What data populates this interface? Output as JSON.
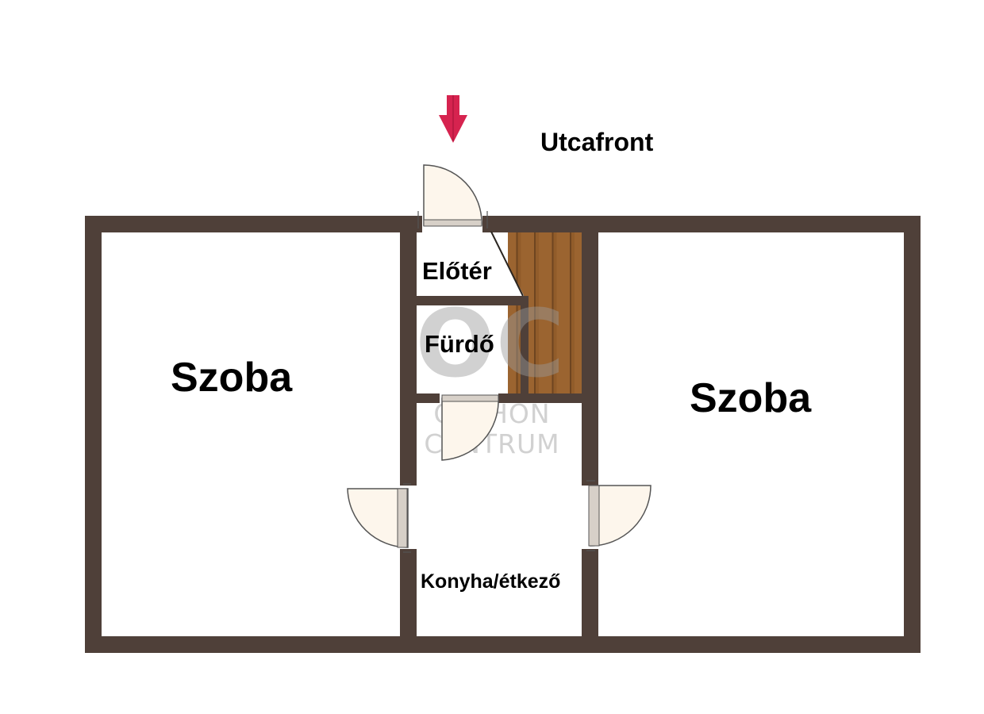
{
  "labels": {
    "street_front": "Utcafront",
    "hall": "Előtér",
    "bathroom": "Fürdő",
    "room_left": "Szoba",
    "room_right": "Szoba",
    "kitchen": "Konyha/étkező"
  },
  "watermark": {
    "monogram": "OC",
    "line1": "OTTHON",
    "line2": "CENTRUM"
  },
  "colors": {
    "wall": "#4f4039",
    "arrow": "#d6234f",
    "stair_wood": "#9b6430",
    "stair_line": "#6e4520",
    "door_fill": "#fdf6ec",
    "door_leaf": "#d7d0c8",
    "watermark": "#9a9a9a"
  },
  "icons": {
    "entrance": "arrow-down-icon",
    "doors": "door-swing-icon",
    "stairs": "stairs-icon"
  }
}
